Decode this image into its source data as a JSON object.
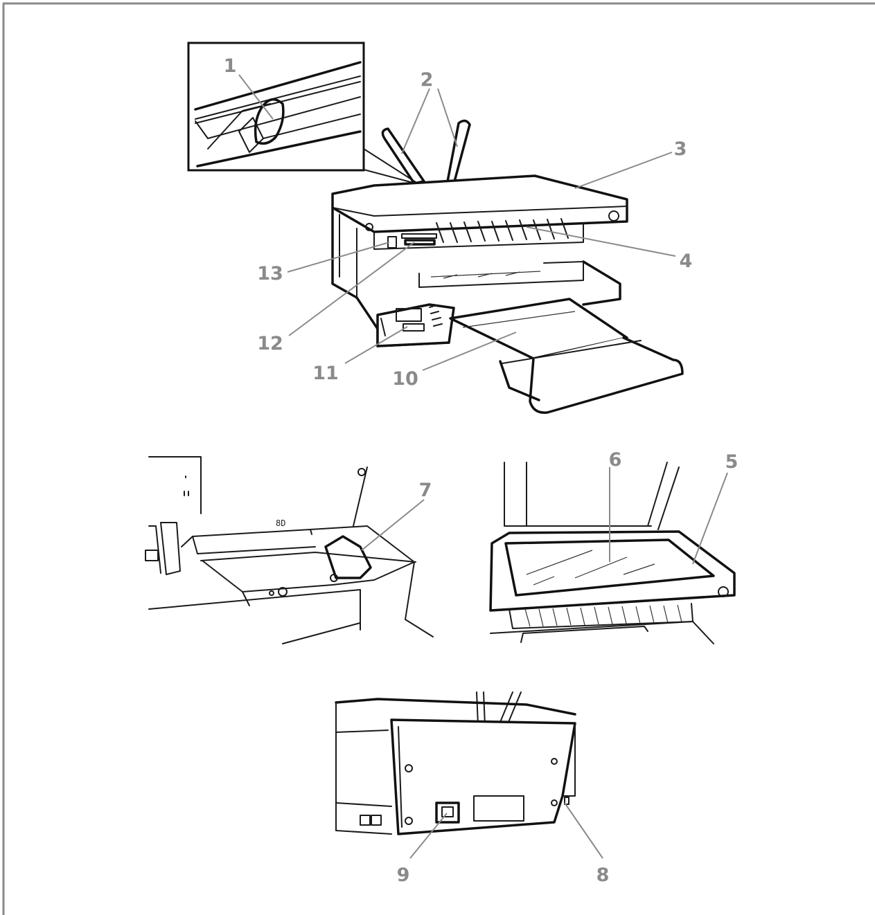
{
  "callouts": [
    {
      "id": "1",
      "label": "1"
    },
    {
      "id": "2",
      "label": "2"
    },
    {
      "id": "3",
      "label": "3"
    },
    {
      "id": "4",
      "label": "4"
    },
    {
      "id": "5",
      "label": "5"
    },
    {
      "id": "6",
      "label": "6"
    },
    {
      "id": "7",
      "label": "7"
    },
    {
      "id": "8",
      "label": "8"
    },
    {
      "id": "9",
      "label": "9"
    },
    {
      "id": "10",
      "label": "10"
    },
    {
      "id": "11",
      "label": "11"
    },
    {
      "id": "12",
      "label": "12"
    },
    {
      "id": "13",
      "label": "13"
    }
  ],
  "colors": {
    "callout": "#8a8a8a",
    "line": "#1a1a1a",
    "frame": "#8a8a8a",
    "glass": "#d9d9d9"
  }
}
